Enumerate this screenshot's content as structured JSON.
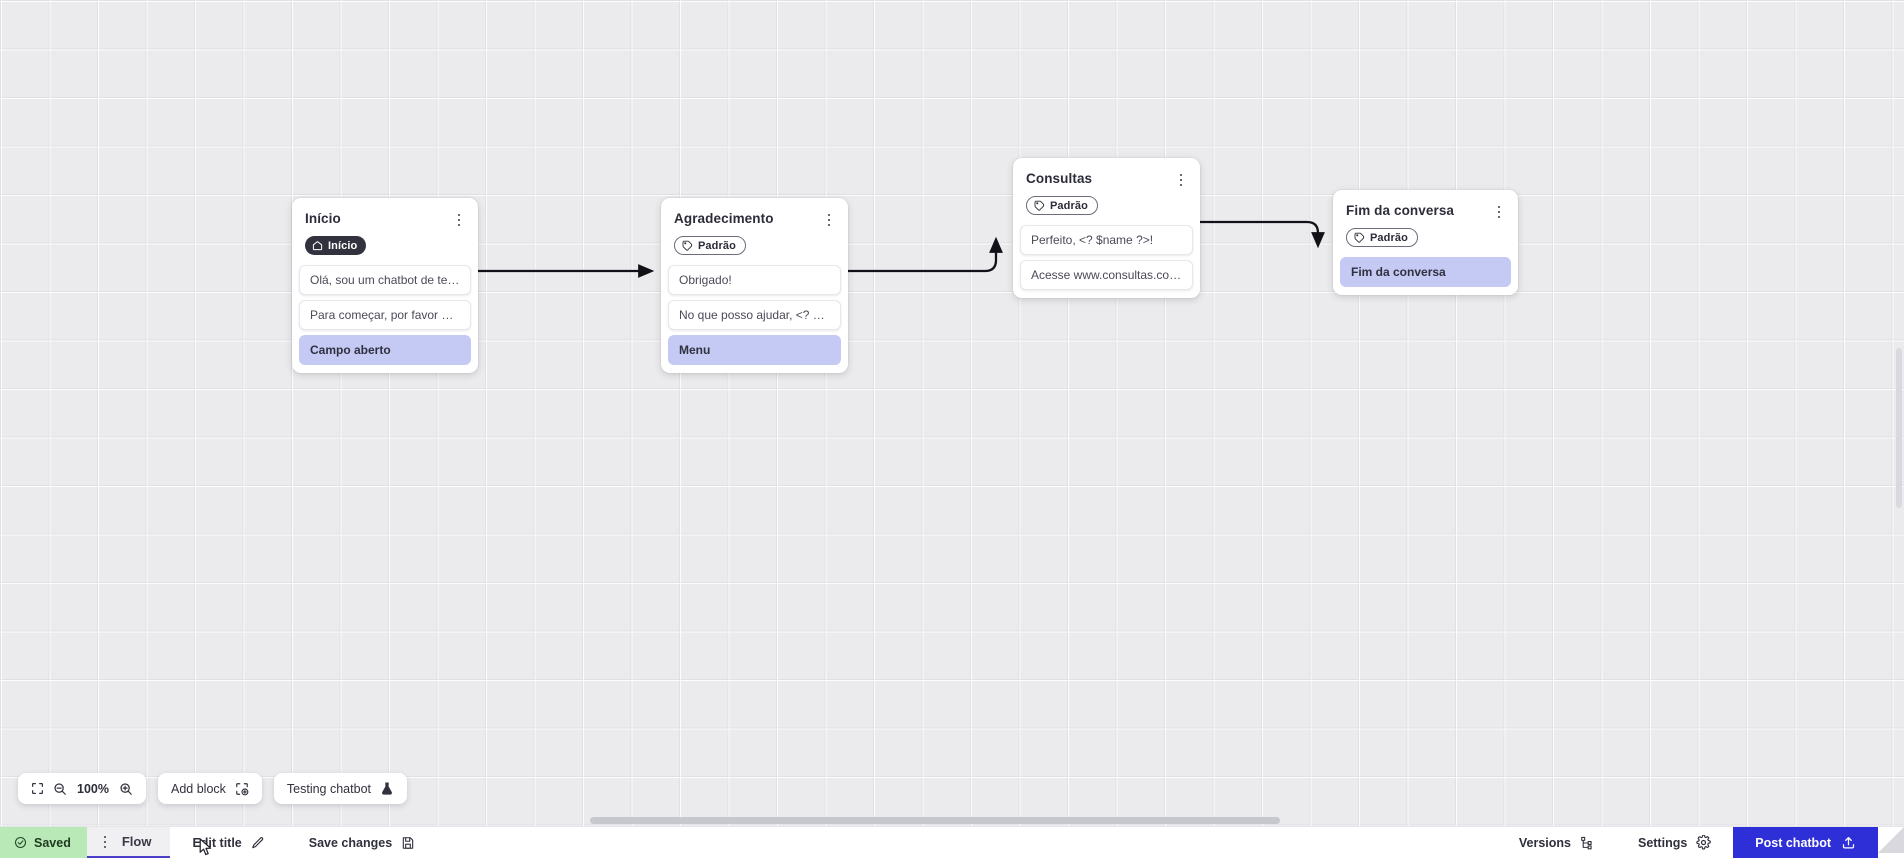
{
  "canvas": {
    "zoom_level": "100%",
    "toolbar": {
      "fit_icon": "fit-screen-icon",
      "zoom_out_icon": "zoom-out-icon",
      "zoom_in_icon": "zoom-in-icon",
      "add_block_label": "Add block",
      "add_block_icon": "add-block-icon",
      "testing_label": "Testing chatbot",
      "testing_icon": "flask-icon"
    }
  },
  "nodes": [
    {
      "id": "inicio",
      "title": "Início",
      "badge": {
        "label": "Início",
        "style": "dark",
        "icon": "home-icon"
      },
      "messages": [
        {
          "text": "Olá, sou um chatbot de teste!",
          "accent": false
        },
        {
          "text": "Para começar, por favor digite o ...",
          "accent": false
        },
        {
          "text": "Campo aberto",
          "accent": true
        }
      ],
      "kebab_icon": "more-vertical-icon"
    },
    {
      "id": "agradecimento",
      "title": "Agradecimento",
      "badge": {
        "label": "Padrão",
        "style": "outline",
        "icon": "tag-icon"
      },
      "messages": [
        {
          "text": "Obrigado!",
          "accent": false
        },
        {
          "text": "No que posso ajudar, <? $name ...",
          "accent": false
        },
        {
          "text": "Menu",
          "accent": true
        }
      ],
      "kebab_icon": "more-vertical-icon"
    },
    {
      "id": "consultas",
      "title": "Consultas",
      "badge": {
        "label": "Padrão",
        "style": "outline",
        "icon": "tag-icon"
      },
      "messages": [
        {
          "text": "Perfeito, <? $name ?>!",
          "accent": false
        },
        {
          "text": "Acesse www.consultas.com par...",
          "accent": false
        }
      ],
      "kebab_icon": "more-vertical-icon"
    },
    {
      "id": "fim",
      "title": "Fim da conversa",
      "badge": {
        "label": "Padrão",
        "style": "outline",
        "icon": "tag-icon"
      },
      "messages": [
        {
          "text": "Fim da conversa",
          "accent": true
        }
      ],
      "kebab_icon": "more-vertical-icon"
    }
  ],
  "statusbar": {
    "saved_label": "Saved",
    "saved_icon": "check-circle-icon",
    "flow_tab_label": "Flow",
    "flow_tab_icon": "more-vertical-icon",
    "edit_title_label": "Edit title",
    "edit_title_icon": "pencil-icon",
    "save_changes_label": "Save changes",
    "save_changes_icon": "floppy-disk-icon",
    "versions_label": "Versions",
    "versions_icon": "branch-icon",
    "settings_label": "Settings",
    "settings_icon": "gear-icon",
    "post_label": "Post chatbot",
    "post_icon": "upload-icon"
  },
  "colors": {
    "accent_chip": "#c4caf4",
    "saved_bg": "#b9e9b6",
    "post_bg": "#2f2fd8",
    "tab_underline": "#4b3fc9",
    "canvas_bg": "#ebeaec"
  }
}
